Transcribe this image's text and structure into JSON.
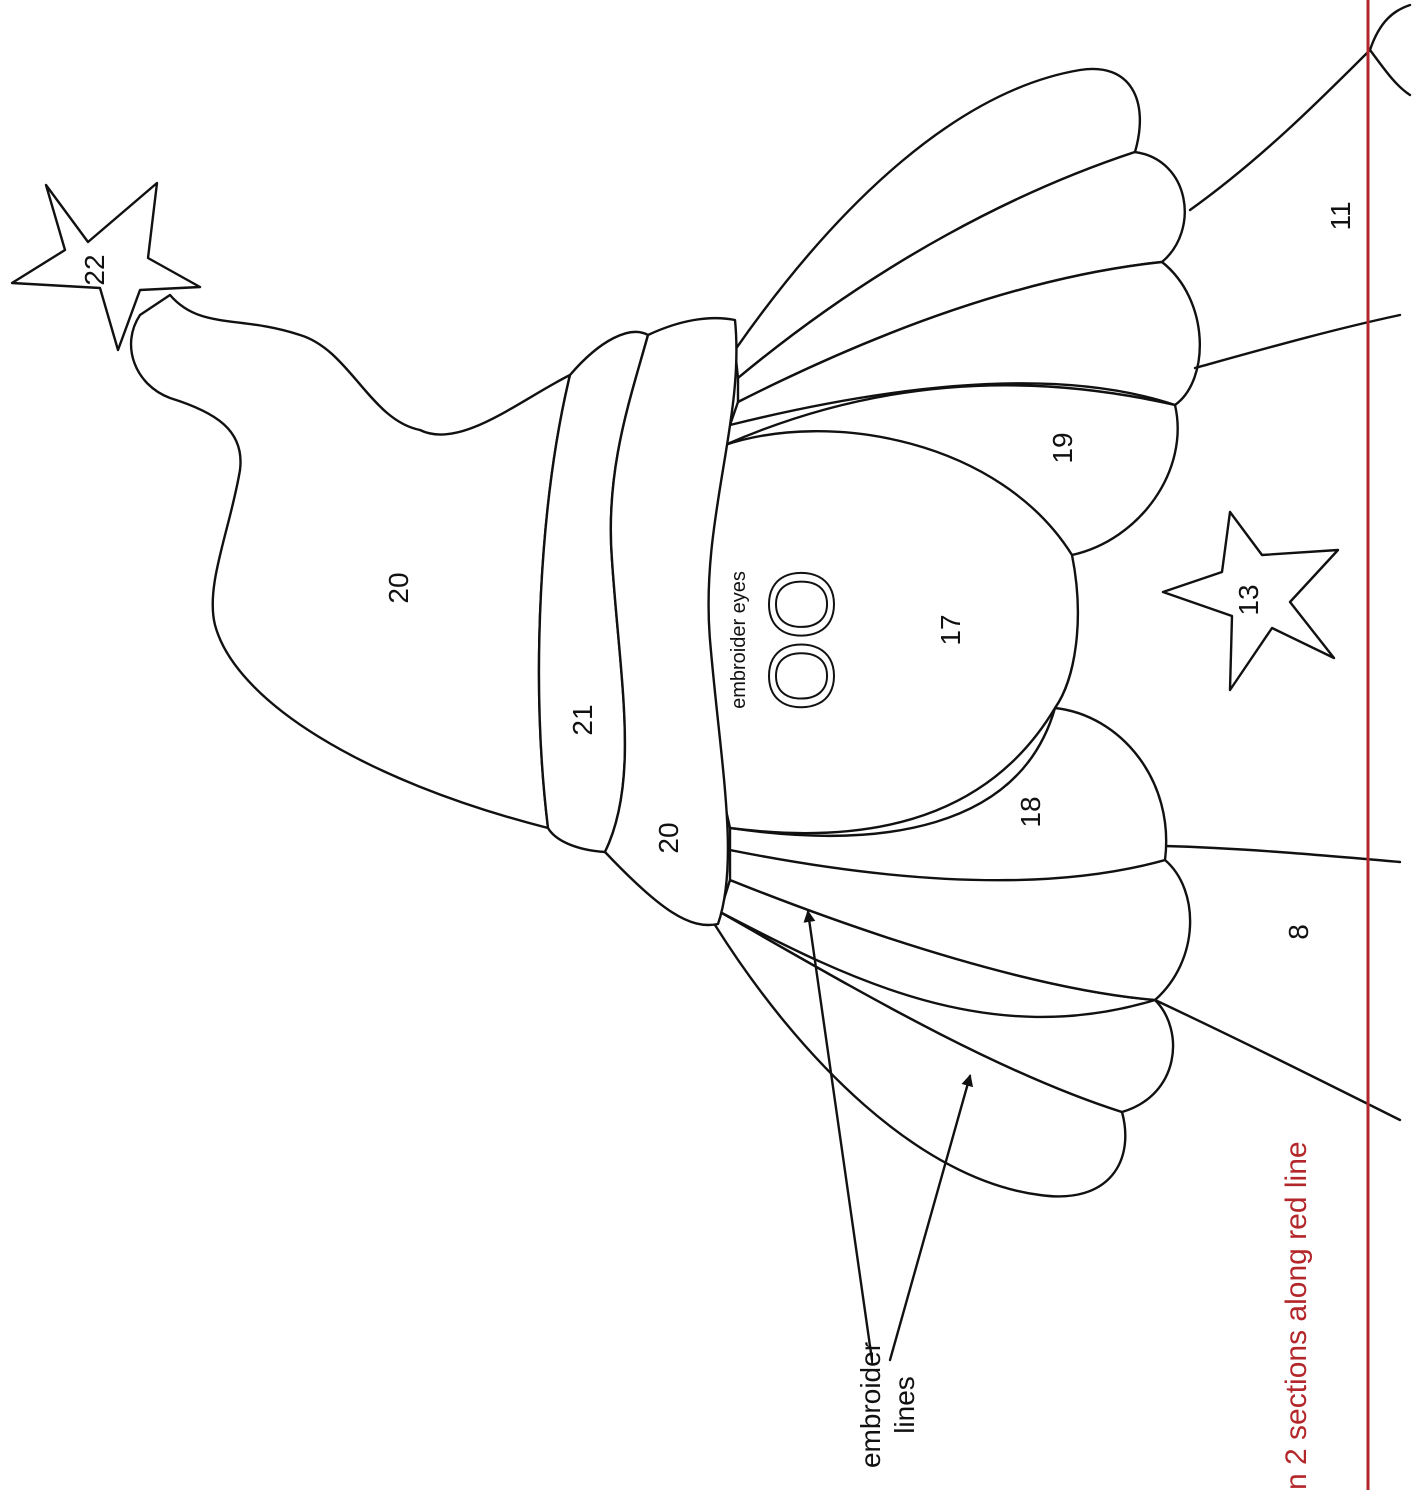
{
  "pieces": {
    "hat_body": "20",
    "hat_band_top": "21",
    "hat_band_lower": "20",
    "star_hat": "22",
    "face": "17",
    "hair_left": "18",
    "hair_right": "19",
    "star_small": "13",
    "right_piece": "11",
    "left_piece": "8"
  },
  "face": {
    "eyes_note": "embroider eyes",
    "eyes_glyph": "OO"
  },
  "annotations": {
    "embroider_lines_1": "embroider",
    "embroider_lines_2": "lines"
  },
  "split_note": {
    "text": "n 2 sections along red line",
    "color": "#b3262a"
  },
  "colors": {
    "outline": "#111111",
    "red_line": "#b3262a",
    "background": "#ffffff"
  }
}
